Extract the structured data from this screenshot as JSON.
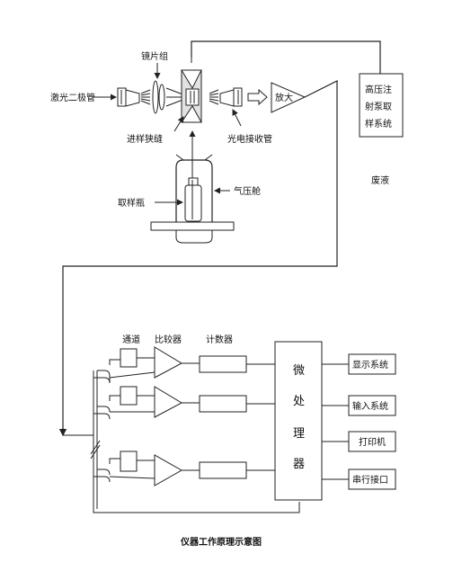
{
  "labels": {
    "lens_group": "镜片组",
    "laser_diode": "激光二极管",
    "sample_slit": "进样狭缝",
    "photo_tube": "光电接收管",
    "amplifier": "放大",
    "pump": [
      "高压注",
      "射泵取",
      "样系统"
    ],
    "waste": "废液",
    "gas_chamber": "气压舱",
    "sample_bottle": "取样瓶",
    "channel": "通道",
    "comparator": "比较器",
    "counter": "计数器",
    "micro": [
      "微",
      "处",
      "理",
      "器"
    ],
    "outputs": [
      "显示系统",
      "输入系统",
      "打印机",
      "串行接口"
    ]
  },
  "caption": "仪器工作原理示意图"
}
